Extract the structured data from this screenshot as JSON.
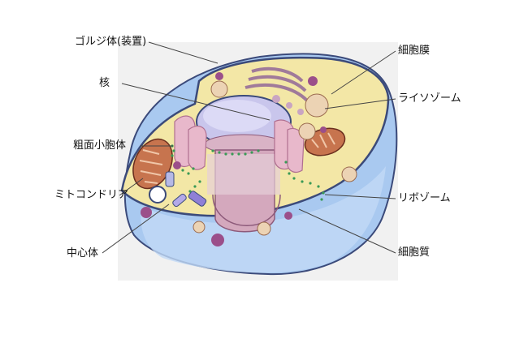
{
  "labels": {
    "golgi": "ゴルジ体(装置)",
    "nucleus": "核",
    "rough_er": "粗面小胞体",
    "mitochondria": "ミトコンドリア",
    "centrosome": "中心体",
    "cell_membrane": "細胞膜",
    "lysosome": "ライソゾーム",
    "ribosome": "リボゾーム",
    "cytoplasm": "細胞質"
  },
  "colors": {
    "background_panel": "#f1f1f1",
    "cytoplasm_outer": "#a9c9f0",
    "cell_top": "#f3e7a6",
    "nucleus": "#c9c6ec",
    "nucleus_body": "#d9b3c6",
    "organelle_pink": "#e8b8cb",
    "mitochondria": "#c7744e",
    "ribosome_dots": "#3a9a56",
    "vesicle": "#9b4f8a",
    "outline": "#3b4a7a"
  }
}
